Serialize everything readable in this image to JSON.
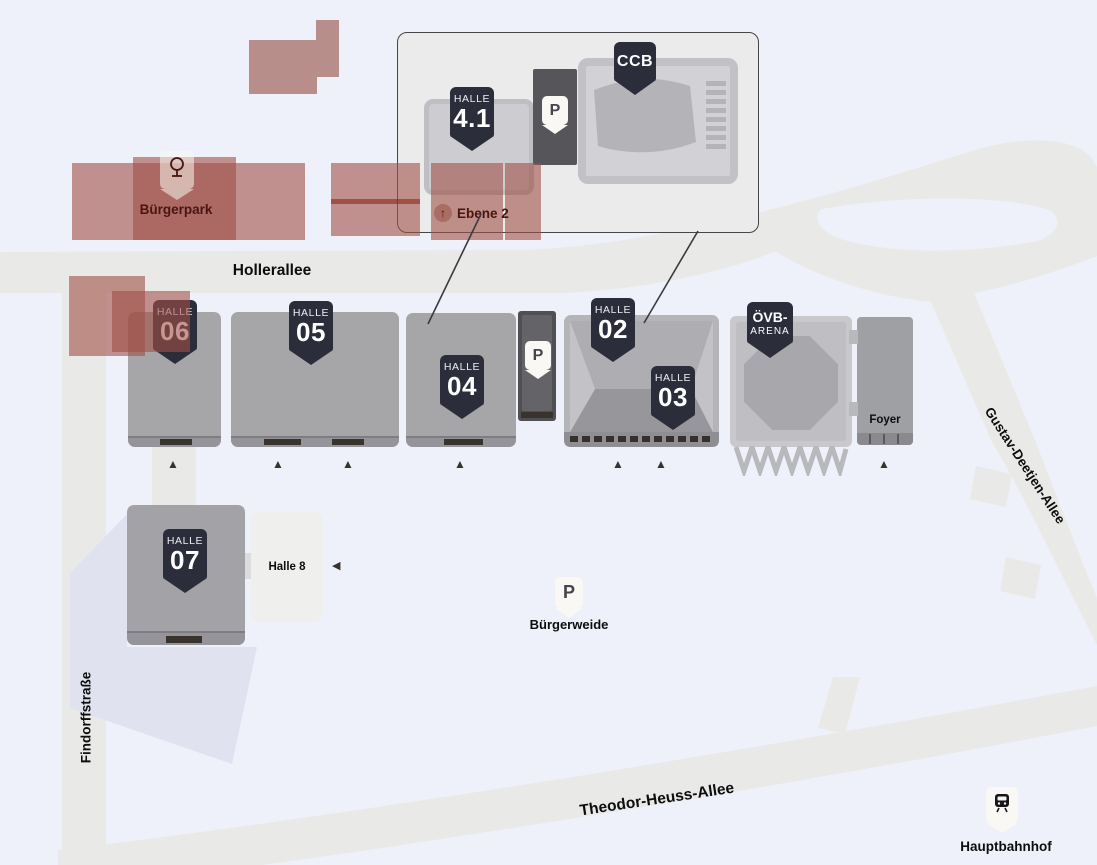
{
  "streets": {
    "hollerallee": "Hollerallee",
    "findorffstrasse": "Findorffstraße",
    "theodor_heuss_allee": "Theodor-Heuss-Allee",
    "gustav_deetjen_allee": "Gustav-Deetjen-Allee"
  },
  "places": {
    "buergerpark": "Bürgerpark",
    "buergerweide": "Bürgerweide",
    "hauptbahnhof": "Hauptbahnhof",
    "halle8": "Halle 8",
    "foyer": "Foyer"
  },
  "halls": [
    {
      "kicker": "HALLE",
      "number": "06"
    },
    {
      "kicker": "HALLE",
      "number": "05"
    },
    {
      "kicker": "HALLE",
      "number": "04"
    },
    {
      "kicker": "HALLE",
      "number": "02"
    },
    {
      "kicker": "HALLE",
      "number": "03"
    },
    {
      "kicker": "HALLE",
      "number": "07"
    }
  ],
  "arena": {
    "line1": "ÖVB-",
    "line2": "ARENA"
  },
  "inset": {
    "hall_kicker": "HALLE",
    "hall_number": "4.1",
    "ccb": "CCB",
    "parking": "P",
    "level": "Ebene 2",
    "arrow": "↑"
  },
  "parking": {
    "garage": "P",
    "buergerweide": "P"
  },
  "markers": {
    "entrance": "▲",
    "left_arrow": "◀"
  },
  "colors": {
    "background": "#eef1fa",
    "street": "#e9e9e7",
    "building_gray": "#a6a6a9",
    "badge_dark": "#2b2d3a",
    "overlay_red": "rgba(160,80,70,0.6)",
    "solid_red": "#b78e89",
    "maroon_text": "#4a1510"
  }
}
